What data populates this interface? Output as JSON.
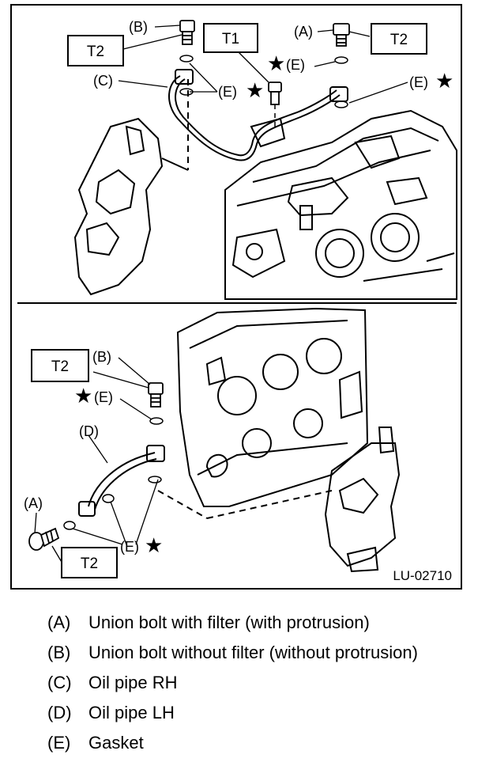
{
  "diagram": {
    "code": "LU-02710",
    "labels": {
      "a": "(A)",
      "b": "(B)",
      "c": "(C)",
      "d": "(D)",
      "e": "(E)"
    },
    "torque": {
      "t1": "T1",
      "t2": "T2"
    },
    "star_symbol": "★"
  },
  "legend": {
    "items": [
      {
        "key": "(A)",
        "text": "Union bolt with filter (with protrusion)"
      },
      {
        "key": "(B)",
        "text": "Union bolt without filter (without protrusion)"
      },
      {
        "key": "(C)",
        "text": "Oil pipe RH"
      },
      {
        "key": "(D)",
        "text": "Oil pipe LH"
      },
      {
        "key": "(E)",
        "text": "Gasket"
      }
    ]
  }
}
